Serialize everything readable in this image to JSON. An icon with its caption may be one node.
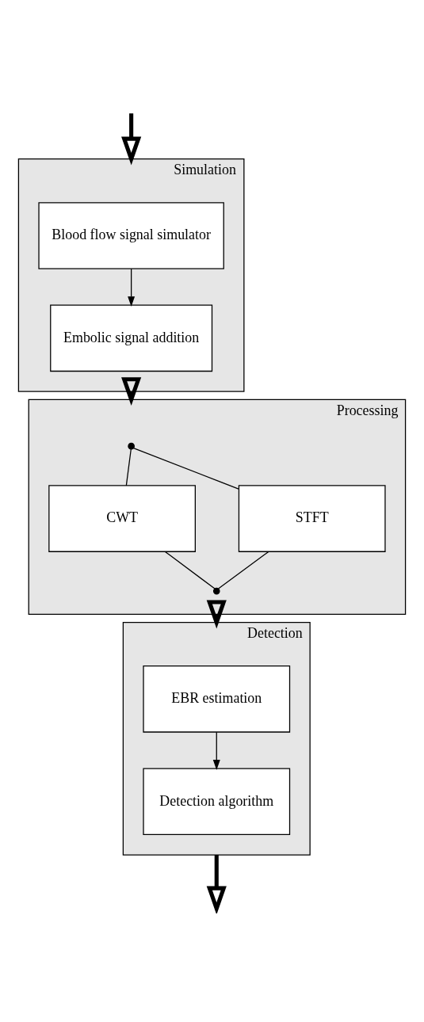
{
  "diagram": {
    "nodes": [
      {
        "text": [
          "Simulation"
        ]
      },
      {
        "text": [
          "Blood flow signal simulator"
        ],
        "in": 0
      },
      {
        "text": [
          "Embolic signal addition"
        ],
        "in": 0
      },
      {
        "text": [
          "Processing"
        ]
      },
      {
        "text": [],
        "shape": "switch",
        "in": 3
      },
      {
        "text": [
          "CWT"
        ],
        "in": 3
      },
      {
        "text": [
          "STFT"
        ],
        "in": 3
      },
      {
        "text": [],
        "shape": "switch",
        "in": 3
      },
      {
        "text": [
          "Detection"
        ]
      },
      {
        "text": [
          "EBR estimation"
        ],
        "in": 8
      },
      {
        "text": [
          "Detection algorithm"
        ],
        "in": 8
      }
    ],
    "edges": [
      {
        "from": null,
        "to": 0,
        "arrow": "to",
        "style": "thick"
      },
      {
        "from": 1,
        "to": 2,
        "arrow": "to"
      },
      {
        "from": 0,
        "to": 3,
        "arrow": "to",
        "style": "thick"
      },
      {
        "from": 4,
        "to": 5,
        "arrow": "none"
      },
      {
        "from": 4,
        "to": 6,
        "arrow": "none"
      },
      {
        "from": 5,
        "to": 7,
        "arrow": "none"
      },
      {
        "from": 6,
        "to": 7,
        "arrow": "none"
      },
      {
        "from": 3,
        "to": 8,
        "arrow": "to",
        "style": "thick"
      },
      {
        "from": 9,
        "to": 10,
        "arrow": "to"
      },
      {
        "from": 8,
        "to": null,
        "arrow": "to",
        "style": "thick"
      }
    ]
  }
}
